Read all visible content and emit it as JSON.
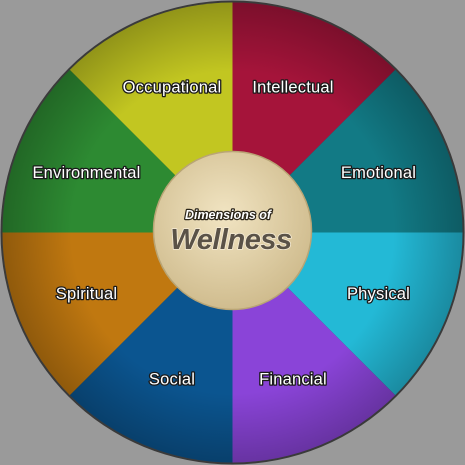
{
  "center": {
    "line1": "Dimensions of",
    "line2": "Wellness",
    "fill": "#dccca0"
  },
  "segments": [
    {
      "label": "Intellectual",
      "color": "#a5143a"
    },
    {
      "label": "Emotional",
      "color": "#127a85"
    },
    {
      "label": "Physical",
      "color": "#23b9d6"
    },
    {
      "label": "Financial",
      "color": "#8a44d8"
    },
    {
      "label": "Social",
      "color": "#0b5590"
    },
    {
      "label": "Spiritual",
      "color": "#c07810"
    },
    {
      "label": "Environmental",
      "color": "#2d8a32"
    },
    {
      "label": "Occupational",
      "color": "#c2c621"
    }
  ],
  "colors": {
    "background": "#9a9a9a",
    "ring": "#3a3a3a"
  }
}
